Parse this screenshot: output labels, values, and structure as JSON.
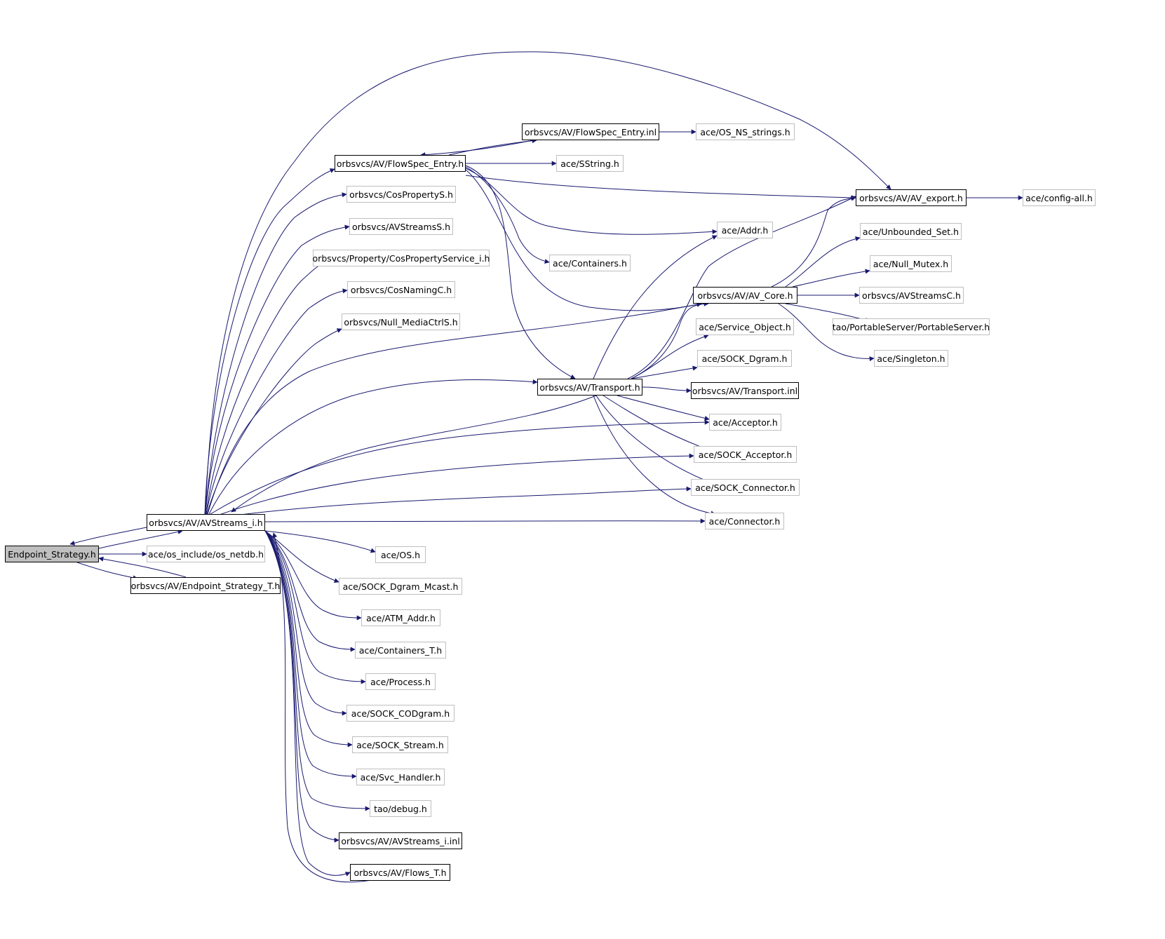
{
  "colors": {
    "edge": "#191970",
    "root_fill": "#bfbfbf",
    "strong_border": "#000000",
    "light_border": "#bfbfbf"
  },
  "nodes": [
    {
      "id": "endpoint_strategy_h",
      "label": "Endpoint_Strategy.h",
      "style": "root"
    },
    {
      "id": "avstreams_i_h",
      "label": "orbsvcs/AV/AVStreams_i.h",
      "style": "strong"
    },
    {
      "id": "os_netdb_h",
      "label": "ace/os_include/os_netdb.h",
      "style": "light"
    },
    {
      "id": "endpoint_strategy_t_h",
      "label": "orbsvcs/AV/Endpoint_Strategy_T.h",
      "style": "strong"
    },
    {
      "id": "flowspec_entry_h",
      "label": "orbsvcs/AV/FlowSpec_Entry.h",
      "style": "strong"
    },
    {
      "id": "flowspec_entry_inl",
      "label": "orbsvcs/AV/FlowSpec_Entry.inl",
      "style": "strong"
    },
    {
      "id": "os_ns_strings_h",
      "label": "ace/OS_NS_strings.h",
      "style": "light"
    },
    {
      "id": "sstring_h",
      "label": "ace/SString.h",
      "style": "light"
    },
    {
      "id": "av_export_h",
      "label": "orbsvcs/AV/AV_export.h",
      "style": "strong"
    },
    {
      "id": "config_all_h",
      "label": "ace/config-all.h",
      "style": "light"
    },
    {
      "id": "cospropertys_h",
      "label": "orbsvcs/CosPropertyS.h",
      "style": "light"
    },
    {
      "id": "avstreamss_h",
      "label": "orbsvcs/AVStreamsS.h",
      "style": "light"
    },
    {
      "id": "cospropertyservice_i_h",
      "label": "orbsvcs/Property/CosPropertyService_i.h",
      "style": "light"
    },
    {
      "id": "cosnamingc_h",
      "label": "orbsvcs/CosNamingC.h",
      "style": "light"
    },
    {
      "id": "null_mediactrls_h",
      "label": "orbsvcs/Null_MediaCtrlS.h",
      "style": "light"
    },
    {
      "id": "addr_h",
      "label": "ace/Addr.h",
      "style": "light"
    },
    {
      "id": "containers_h",
      "label": "ace/Containers.h",
      "style": "light"
    },
    {
      "id": "unbounded_set_h",
      "label": "ace/Unbounded_Set.h",
      "style": "light"
    },
    {
      "id": "null_mutex_h",
      "label": "ace/Null_Mutex.h",
      "style": "light"
    },
    {
      "id": "av_core_h",
      "label": "orbsvcs/AV/AV_Core.h",
      "style": "strong"
    },
    {
      "id": "avstreamsc_h",
      "label": "orbsvcs/AVStreamsC.h",
      "style": "light"
    },
    {
      "id": "portableserver_h",
      "label": "tao/PortableServer/PortableServer.h",
      "style": "light"
    },
    {
      "id": "service_object_h",
      "label": "ace/Service_Object.h",
      "style": "light"
    },
    {
      "id": "singleton_h",
      "label": "ace/Singleton.h",
      "style": "light"
    },
    {
      "id": "sock_dgram_h",
      "label": "ace/SOCK_Dgram.h",
      "style": "light"
    },
    {
      "id": "transport_h",
      "label": "orbsvcs/AV/Transport.h",
      "style": "strong"
    },
    {
      "id": "transport_inl",
      "label": "orbsvcs/AV/Transport.inl",
      "style": "strong"
    },
    {
      "id": "acceptor_h",
      "label": "ace/Acceptor.h",
      "style": "light"
    },
    {
      "id": "sock_acceptor_h",
      "label": "ace/SOCK_Acceptor.h",
      "style": "light"
    },
    {
      "id": "sock_connector_h",
      "label": "ace/SOCK_Connector.h",
      "style": "light"
    },
    {
      "id": "connector_h",
      "label": "ace/Connector.h",
      "style": "light"
    },
    {
      "id": "os_h",
      "label": "ace/OS.h",
      "style": "light"
    },
    {
      "id": "sock_dgram_mcast_h",
      "label": "ace/SOCK_Dgram_Mcast.h",
      "style": "light"
    },
    {
      "id": "atm_addr_h",
      "label": "ace/ATM_Addr.h",
      "style": "light"
    },
    {
      "id": "containers_t_h",
      "label": "ace/Containers_T.h",
      "style": "light"
    },
    {
      "id": "process_h",
      "label": "ace/Process.h",
      "style": "light"
    },
    {
      "id": "sock_codgram_h",
      "label": "ace/SOCK_CODgram.h",
      "style": "light"
    },
    {
      "id": "sock_stream_h",
      "label": "ace/SOCK_Stream.h",
      "style": "light"
    },
    {
      "id": "svc_handler_h",
      "label": "ace/Svc_Handler.h",
      "style": "light"
    },
    {
      "id": "tao_debug_h",
      "label": "tao/debug.h",
      "style": "light"
    },
    {
      "id": "avstreams_i_inl",
      "label": "orbsvcs/AV/AVStreams_i.inl",
      "style": "strong"
    },
    {
      "id": "flows_t_h",
      "label": "orbsvcs/AV/Flows_T.h",
      "style": "strong"
    }
  ],
  "edges": [
    [
      "endpoint_strategy_h",
      "avstreams_i_h"
    ],
    [
      "endpoint_strategy_h",
      "os_netdb_h"
    ],
    [
      "endpoint_strategy_h",
      "endpoint_strategy_t_h"
    ],
    [
      "avstreams_i_h",
      "endpoint_strategy_h"
    ],
    [
      "endpoint_strategy_t_h",
      "endpoint_strategy_h"
    ],
    [
      "avstreams_i_h",
      "flowspec_entry_h"
    ],
    [
      "avstreams_i_h",
      "cospropertys_h"
    ],
    [
      "avstreams_i_h",
      "avstreamss_h"
    ],
    [
      "avstreams_i_h",
      "cospropertyservice_i_h"
    ],
    [
      "avstreams_i_h",
      "cosnamingc_h"
    ],
    [
      "avstreams_i_h",
      "null_mediactrls_h"
    ],
    [
      "avstreams_i_h",
      "av_core_h"
    ],
    [
      "avstreams_i_h",
      "transport_h"
    ],
    [
      "avstreams_i_h",
      "av_export_h"
    ],
    [
      "avstreams_i_h",
      "acceptor_h"
    ],
    [
      "avstreams_i_h",
      "sock_acceptor_h"
    ],
    [
      "avstreams_i_h",
      "sock_connector_h"
    ],
    [
      "avstreams_i_h",
      "connector_h"
    ],
    [
      "avstreams_i_h",
      "os_h"
    ],
    [
      "avstreams_i_h",
      "sock_dgram_mcast_h"
    ],
    [
      "avstreams_i_h",
      "atm_addr_h"
    ],
    [
      "avstreams_i_h",
      "containers_t_h"
    ],
    [
      "avstreams_i_h",
      "process_h"
    ],
    [
      "avstreams_i_h",
      "sock_codgram_h"
    ],
    [
      "avstreams_i_h",
      "sock_stream_h"
    ],
    [
      "avstreams_i_h",
      "svc_handler_h"
    ],
    [
      "avstreams_i_h",
      "tao_debug_h"
    ],
    [
      "avstreams_i_h",
      "avstreams_i_inl"
    ],
    [
      "avstreams_i_h",
      "flows_t_h"
    ],
    [
      "flows_t_h",
      "avstreams_i_h"
    ],
    [
      "flowspec_entry_h",
      "flowspec_entry_inl"
    ],
    [
      "flowspec_entry_inl",
      "flowspec_entry_h"
    ],
    [
      "flowspec_entry_inl",
      "os_ns_strings_h"
    ],
    [
      "flowspec_entry_h",
      "sstring_h"
    ],
    [
      "flowspec_entry_h",
      "av_export_h"
    ],
    [
      "flowspec_entry_h",
      "addr_h"
    ],
    [
      "flowspec_entry_h",
      "containers_h"
    ],
    [
      "flowspec_entry_h",
      "av_core_h"
    ],
    [
      "flowspec_entry_h",
      "transport_h"
    ],
    [
      "av_export_h",
      "config_all_h"
    ],
    [
      "av_core_h",
      "av_export_h"
    ],
    [
      "av_core_h",
      "unbounded_set_h"
    ],
    [
      "av_core_h",
      "null_mutex_h"
    ],
    [
      "av_core_h",
      "avstreamsc_h"
    ],
    [
      "av_core_h",
      "portableserver_h"
    ],
    [
      "av_core_h",
      "singleton_h"
    ],
    [
      "transport_h",
      "addr_h"
    ],
    [
      "transport_h",
      "av_core_h"
    ],
    [
      "transport_h",
      "av_export_h"
    ],
    [
      "transport_h",
      "service_object_h"
    ],
    [
      "transport_h",
      "sock_dgram_h"
    ],
    [
      "transport_h",
      "transport_inl"
    ],
    [
      "transport_h",
      "acceptor_h"
    ],
    [
      "transport_h",
      "sock_acceptor_h"
    ],
    [
      "transport_h",
      "sock_connector_h"
    ],
    [
      "transport_h",
      "connector_h"
    ],
    [
      "transport_h",
      "avstreams_i_h"
    ]
  ]
}
